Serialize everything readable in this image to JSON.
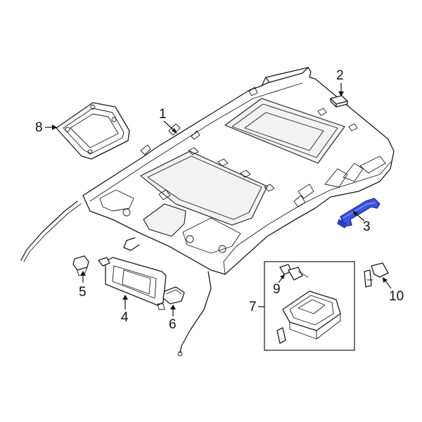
{
  "callouts": [
    {
      "id": "1",
      "label": "1"
    },
    {
      "id": "2",
      "label": "2"
    },
    {
      "id": "3",
      "label": "3"
    },
    {
      "id": "4",
      "label": "4"
    },
    {
      "id": "5",
      "label": "5"
    },
    {
      "id": "6",
      "label": "6"
    },
    {
      "id": "7",
      "label": "7"
    },
    {
      "id": "8",
      "label": "8"
    },
    {
      "id": "9",
      "label": "9"
    },
    {
      "id": "10",
      "label": "10"
    }
  ],
  "colors": {
    "line": "#1a1a1a",
    "highlight_fill": "#3a55e0",
    "highlight_stroke": "#1a2a9a"
  }
}
